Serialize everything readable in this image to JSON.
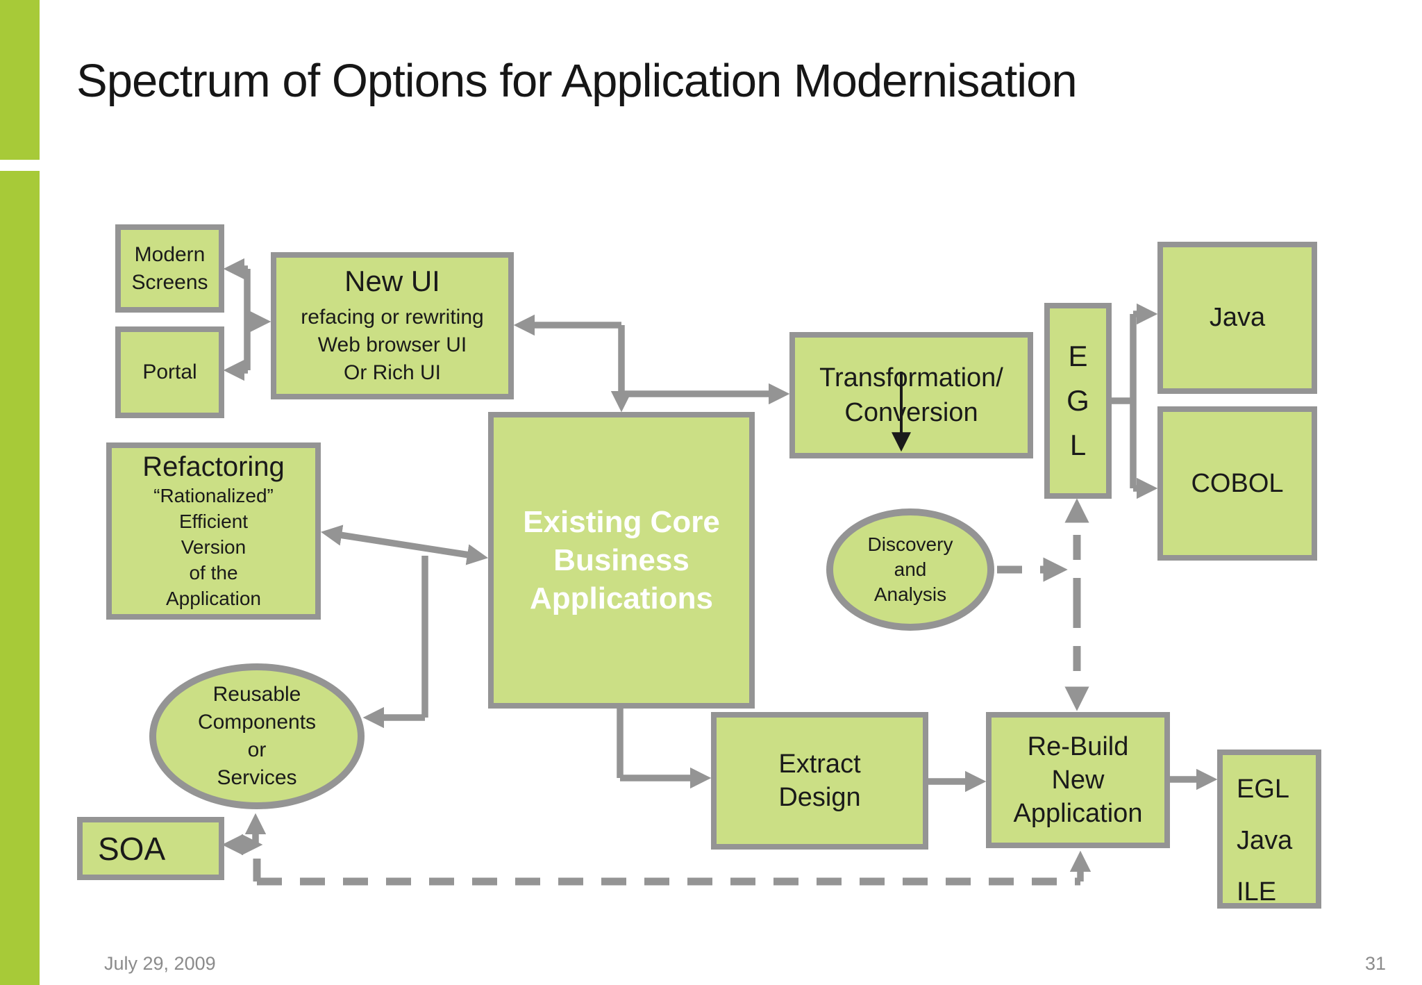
{
  "slide": {
    "title": "Spectrum of Options for Application Modernisation",
    "footer_date": "July 29, 2009",
    "page_number": "31"
  },
  "colors": {
    "accent_bar": "#a7ca38",
    "box_fill": "#cbdf85",
    "box_border": "#949494",
    "connector": "#949494",
    "ink": "#1a1a1a",
    "footer": "#8b8b8b"
  },
  "boxes": {
    "modern_screens": {
      "lines": [
        "Modern",
        "Screens"
      ]
    },
    "portal": {
      "label": "Portal"
    },
    "new_ui": {
      "title": "New UI",
      "lines": [
        "refacing or rewriting",
        "Web browser UI",
        "Or Rich UI"
      ]
    },
    "refactoring": {
      "title": "Refactoring",
      "lines": [
        "“Rationalized”",
        "Efficient",
        "Version",
        "of the",
        "Application"
      ]
    },
    "existing_core": {
      "lines": [
        "Existing Core",
        "Business",
        "Applications"
      ]
    },
    "transformation": {
      "lines": [
        "Transformation/",
        "Conversion"
      ]
    },
    "egl": {
      "letters": [
        "E",
        "G",
        "L"
      ]
    },
    "java": {
      "label": "Java"
    },
    "cobol": {
      "label": "COBOL"
    },
    "extract_design": {
      "lines": [
        "Extract",
        "Design"
      ]
    },
    "rebuild": {
      "lines": [
        "Re-Build",
        "New",
        "Application"
      ]
    },
    "egl_java_ile": {
      "lines": [
        "EGL",
        "Java",
        "ILE"
      ]
    },
    "soa": {
      "label": "SOA"
    }
  },
  "ellipses": {
    "discovery": {
      "lines": [
        "Discovery",
        "and",
        "Analysis"
      ]
    },
    "reusable": {
      "lines": [
        "Reusable",
        "Components",
        "or",
        "Services"
      ]
    }
  }
}
